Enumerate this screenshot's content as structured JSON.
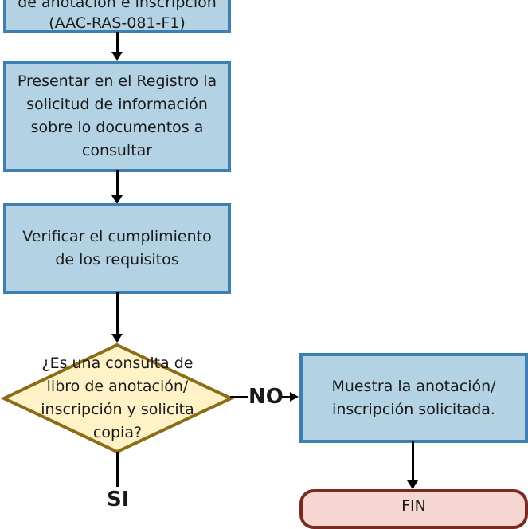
{
  "flow": {
    "top_box": {
      "line1": "de anotación e inscripción",
      "line2": "(AAC-RAS-081-F1)"
    },
    "step_present": "Presentar en el Registro la solicitud de información sobre lo documentos a consultar",
    "step_verify": "Verificar el cumplimiento de los requisitos",
    "decision": "¿Es una consulta de libro de anotación/ inscripción y solicita copia?",
    "label_no": "NO",
    "label_si": "SI",
    "step_show": "Muestra la anotación/ inscripción solicitada.",
    "end": "FIN"
  },
  "colors": {
    "process_fill": "#b3d2e3",
    "process_border": "#3d7fb0",
    "decision_fill": "#fff2c6",
    "decision_border": "#8a6d16",
    "end_fill": "#f6d6d0",
    "end_border": "#7a2a22"
  }
}
